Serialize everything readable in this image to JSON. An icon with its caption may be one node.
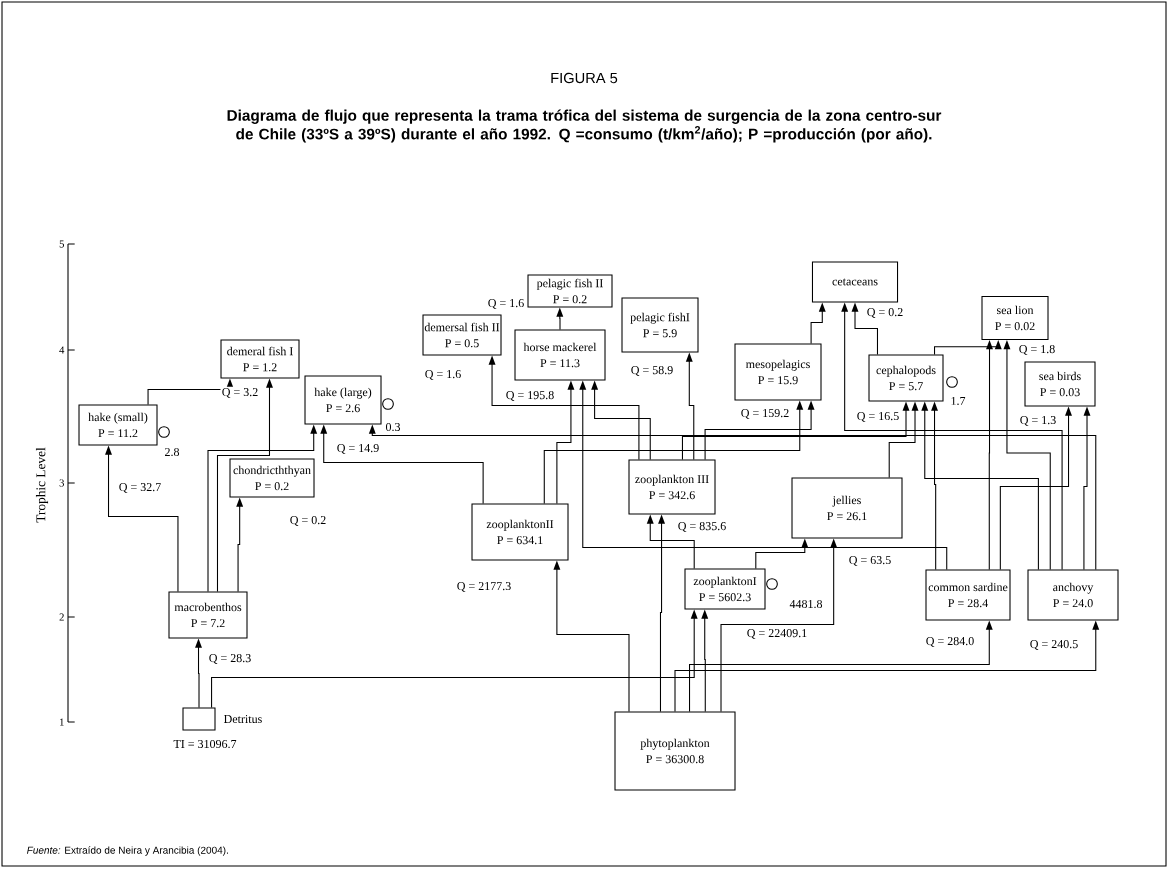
{
  "diagram": {
    "title": "Diagrama de flujo que representa la trama trófica del sistema de surgencia de la zona centro-sur de Chile (33ºS a 39ºS) durante el año 1992. Q =consumo (t/km$^{2}$/año); P =producción (por año).",
    "caption": "*Fuente:* Extraído de Neira y Arancibia (2004).",
    "nodes": [
      {
        "text": [
          "pelagic fish II",
          "P = 0.2"
        ],
        "beside": [
          "Q = 1.6"
        ]
      },
      {
        "text": [
          "cetaceans"
        ],
        "beside": [
          "Q = 0.2"
        ]
      },
      {
        "text": [
          "sea lion",
          "P = 0.02"
        ],
        "beside": [
          "Q = 1.8"
        ]
      },
      {
        "text": [
          "demeral fish I",
          "P = 1.2"
        ],
        "beside": [
          "Q = 3.2"
        ]
      },
      {
        "text": [
          "demersal fish II",
          "P = 0.5"
        ],
        "beside": [
          "Q = 1.6"
        ]
      },
      {
        "text": [
          "horse mackerel",
          "P = 11.3"
        ],
        "beside": [
          "Q = 195.8"
        ]
      },
      {
        "text": [
          "pelagic fishI",
          "P = 5.9"
        ],
        "beside": [
          "Q = 58.9"
        ]
      },
      {
        "text": [
          "mesopelagics",
          "P = 15.9"
        ],
        "beside": [
          "Q = 159.2"
        ]
      },
      {
        "text": [
          "cephalopods",
          "P = 5.7"
        ],
        "beside": [
          "Q = 16.5",
          "1.7"
        ]
      },
      {
        "text": [
          "sea birds",
          "P = 0.03"
        ],
        "beside": [
          "Q = 1.3"
        ]
      },
      {
        "text": [
          "hake (small)",
          "P = 11.2"
        ],
        "beside": [
          "Q = 32.7",
          "2.8"
        ]
      },
      {
        "text": [
          "hake (large)",
          "P = 2.6"
        ],
        "beside": [
          "Q = 14.9",
          "0.3"
        ]
      },
      {
        "text": [
          "chondricththyan",
          "P = 0.2"
        ],
        "beside": [
          "Q = 0.2"
        ]
      },
      {
        "text": [
          "zooplankton III",
          "P = 342.6"
        ],
        "beside": [
          "Q = 835.6"
        ]
      },
      {
        "text": [
          "jellies",
          "P = 26.1"
        ],
        "beside": [
          "Q = 63.5"
        ]
      },
      {
        "text": [
          "zooplanktonII",
          "P = 634.1"
        ],
        "beside": [
          "Q = 2177.3"
        ]
      },
      {
        "text": [
          "zooplanktonI",
          "P = 5602.3"
        ],
        "beside": [
          "Q = 22409.1",
          "4481.8"
        ]
      },
      {
        "text": [
          "common sardine",
          "P = 28.4"
        ],
        "beside": [
          "Q = 284.0"
        ]
      },
      {
        "text": [
          "anchovy",
          "P = 24.0"
        ],
        "beside": [
          "Q = 240.5"
        ]
      },
      {
        "text": [
          "macrobenthos",
          "P = 7.2"
        ],
        "beside": [
          "Q = 28.3"
        ]
      },
      {
        "text": [],
        "shape": "box",
        "beside": [
          "Detritus",
          "TI = 31096.7"
        ]
      },
      {
        "text": [
          "phytoplankton",
          "P = 36300.8"
        ]
      }
    ],
    "edges": [
      {
        "from": 21,
        "to": 16,
        "arrow": "to"
      },
      {
        "from": 21,
        "to": 15,
        "arrow": "to"
      },
      {
        "from": 21,
        "to": 13,
        "arrow": "to"
      },
      {
        "from": 21,
        "to": 14,
        "arrow": "to"
      },
      {
        "from": 21,
        "to": 17,
        "arrow": "to"
      },
      {
        "from": 21,
        "to": 18,
        "arrow": "to"
      },
      {
        "from": 20,
        "to": 19,
        "arrow": "to"
      },
      {
        "from": 20,
        "to": 16,
        "arrow": "to"
      },
      {
        "from": 16,
        "to": 13,
        "arrow": "to"
      },
      {
        "from": 16,
        "to": 14,
        "arrow": "to"
      },
      {
        "from": 15,
        "to": 5,
        "arrow": "to"
      },
      {
        "from": 15,
        "to": 7,
        "arrow": "to"
      },
      {
        "from": 15,
        "to": 11,
        "arrow": "to"
      },
      {
        "from": 13,
        "to": 4,
        "arrow": "to"
      },
      {
        "from": 13,
        "to": 5,
        "arrow": "to"
      },
      {
        "from": 13,
        "to": 6,
        "arrow": "to"
      },
      {
        "from": 13,
        "to": 7,
        "arrow": "to"
      },
      {
        "from": 13,
        "to": 8,
        "arrow": "to"
      },
      {
        "from": 19,
        "to": 10,
        "arrow": "to"
      },
      {
        "from": 19,
        "to": 12,
        "arrow": "to"
      },
      {
        "from": 19,
        "to": 3,
        "arrow": "to"
      },
      {
        "from": 19,
        "to": 11,
        "arrow": "to"
      },
      {
        "from": 10,
        "to": 3,
        "arrow": "to"
      },
      {
        "from": 14,
        "to": 8,
        "arrow": "to"
      },
      {
        "from": 17,
        "to": 8,
        "arrow": "to"
      },
      {
        "from": 17,
        "to": 2,
        "arrow": "to"
      },
      {
        "from": 17,
        "to": 9,
        "arrow": "to"
      },
      {
        "from": 17,
        "to": 5,
        "arrow": "to"
      },
      {
        "from": 18,
        "to": 8,
        "arrow": "to"
      },
      {
        "from": 18,
        "to": 2,
        "arrow": "to"
      },
      {
        "from": 18,
        "to": 9,
        "arrow": "to"
      },
      {
        "from": 18,
        "to": 1,
        "arrow": "to"
      },
      {
        "from": 18,
        "to": 11,
        "arrow": "to"
      },
      {
        "from": 7,
        "to": 1,
        "arrow": "to"
      },
      {
        "from": 5,
        "to": 0,
        "arrow": "to"
      },
      {
        "from": 8,
        "to": 1,
        "arrow": "to"
      },
      {
        "from": 8,
        "to": 2,
        "arrow": "to"
      }
    ],
    "labels": [
      "FIGURA 5",
      "5",
      "4",
      "3",
      "2",
      "1",
      "Trophic Level"
    ]
  }
}
